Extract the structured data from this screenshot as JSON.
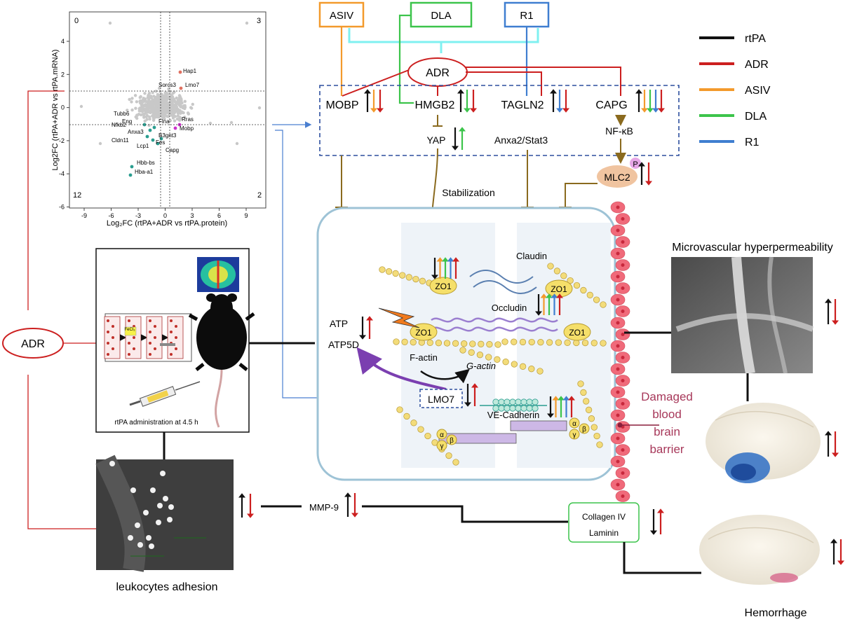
{
  "scatter": {
    "quadrant_labels": {
      "q0": "0",
      "q3": "3",
      "q12": "12",
      "q2": "2"
    },
    "xlabel": "Log₂FC (rtPA+ADR vs rtPA.protein)",
    "ylabel": "Log2FC (rtPA+ADR vs rtPA.mRNA)",
    "x_ticks": [
      "-9",
      "-6",
      "-3",
      "0",
      "3",
      "6",
      "9"
    ],
    "y_ticks": [
      "4",
      "2",
      "0",
      "-2",
      "-4",
      "-6"
    ],
    "gene_labels": {
      "hap1": "Hap1",
      "sorcs3": "Sorcs3",
      "lmo7": "Lmo7",
      "tubb6": "Tubb6",
      "eng": "Eng",
      "flna": "Flna",
      "rras": "Rras",
      "nfkb2": "Nfkb2",
      "anxa3": "Anxa3",
      "mobp": "Mobp",
      "b3gnt3": "B3gnt3",
      "cldn11": "Cldn11",
      "fes": "Fes",
      "lcp1": "Lcp1",
      "capg": "Capg",
      "hbbbs": "Hbb-bs",
      "hbaa1": "Hba-a1"
    },
    "colors": {
      "q0": "#2a2ad0",
      "q3": "#e07060",
      "q12": "#2a9d8f",
      "q2": "#cc33cc"
    }
  },
  "drugs": {
    "asiv": "ASIV",
    "dla": "DLA",
    "r1": "R1",
    "adr": "ADR"
  },
  "targets": {
    "mobp": "MOBP",
    "hmgb2": "HMGB2",
    "tagln2": "TAGLN2",
    "capg": "CAPG",
    "yap": "YAP",
    "anxa2_stat3": "Anxa2/Stat3",
    "nfkb": "NF-κB",
    "mlc2": "MLC2",
    "p": "P"
  },
  "stabilization": "Stabilization",
  "legend": [
    {
      "label": "rtPA",
      "color": "#111111"
    },
    {
      "label": "ADR",
      "color": "#cc1f1f"
    },
    {
      "label": "ASIV",
      "color": "#f39a2c"
    },
    {
      "label": "DLA",
      "color": "#3cc44b"
    },
    {
      "label": "R1",
      "color": "#3f7ed0"
    }
  ],
  "adr_left": "ADR",
  "mouse_panel": {
    "caption": "rtPA administration at 4.5 h",
    "fecl3": "FeCl₃"
  },
  "cell": {
    "claudin": "Claudin",
    "occludin": "Occludin",
    "zo1": "ZO1",
    "atp": "ATP",
    "atp5d": "ATP5D",
    "f_actin": "F-actin",
    "g_actin": "G-actin",
    "lmo7": "LMO7",
    "ve_cadherin": "VE-Cadherin",
    "alpha": "α",
    "beta": "β",
    "gamma": "γ"
  },
  "right": {
    "microvascular": "Microvascular hyperpermeability",
    "damaged_bbb": "Damaged\nblood\nbrain\nbarrier",
    "hemorrhage": "Hemorrhage",
    "collagen": "Collagen IV",
    "laminin": "Laminin"
  },
  "mmp9": "MMP-9",
  "leukocytes": "leukocytes adhesion"
}
